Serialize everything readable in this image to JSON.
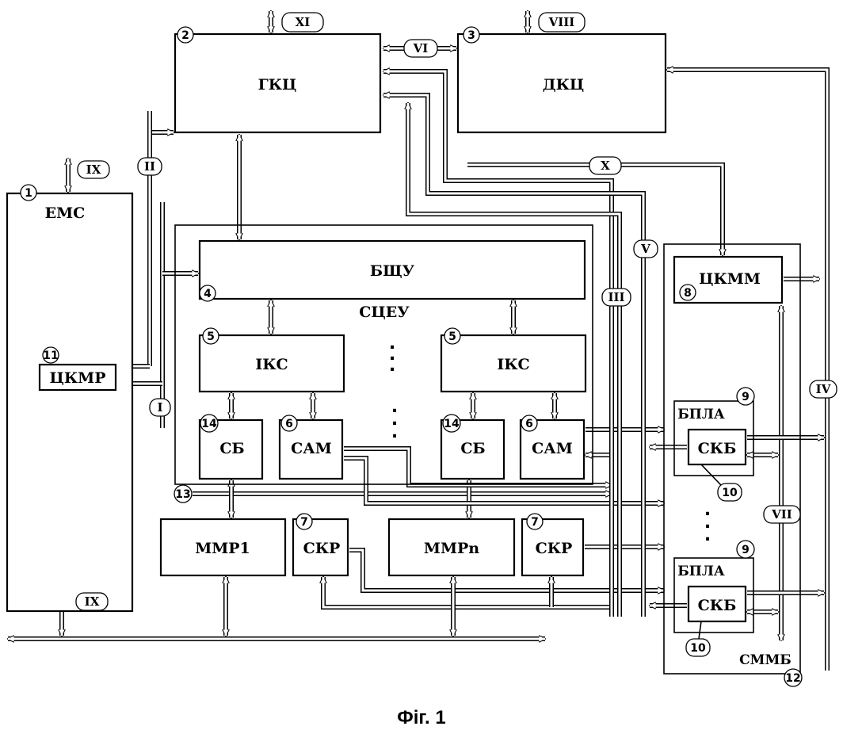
{
  "figure": {
    "caption": "Фіг. 1"
  },
  "blocks": {
    "ems": {
      "num": "1",
      "label": "ЕМС"
    },
    "gkc": {
      "num": "2",
      "label": "ГКЦ"
    },
    "dkc": {
      "num": "3",
      "label": "ДКЦ"
    },
    "bshu": {
      "num": "4",
      "label": "БЩУ"
    },
    "sceu": {
      "label": "СЦЕУ"
    },
    "iks_left": {
      "num": "5",
      "label": "ІКС"
    },
    "iks_right": {
      "num": "5",
      "label": "ІКС"
    },
    "sb_left": {
      "num": "14",
      "label": "СБ"
    },
    "sb_right": {
      "num": "14",
      "label": "СБ"
    },
    "sam_left": {
      "num": "6",
      "label": "САМ"
    },
    "sam_right": {
      "num": "6",
      "label": "САМ"
    },
    "mmr1": {
      "label": "ММР1"
    },
    "mmrn": {
      "label": "ММРn"
    },
    "skr_left": {
      "num": "7",
      "label": "СКР"
    },
    "skr_right": {
      "num": "7",
      "label": "СКР"
    },
    "ckmm": {
      "num": "8",
      "label": "ЦКММ"
    },
    "bpla_top": {
      "num": "9",
      "label": "БПЛА"
    },
    "bpla_bottom": {
      "num": "9",
      "label": "БПЛА"
    },
    "skb_top": {
      "num": "10",
      "label": "СКБ"
    },
    "skb_bottom": {
      "num": "10",
      "label": "СКБ"
    },
    "ckmr": {
      "num": "11",
      "label": "ЦКМР"
    },
    "smmb": {
      "num": "12",
      "label": "СММБ"
    },
    "bus13": {
      "num": "13"
    }
  },
  "buses": {
    "I": "I",
    "II": "II",
    "III": "III",
    "IV": "IV",
    "V": "V",
    "VI": "VI",
    "VII": "VII",
    "VIII": "VIII",
    "IX_top": "IX",
    "IX_bottom": "IX",
    "X": "X",
    "XI": "XI"
  }
}
